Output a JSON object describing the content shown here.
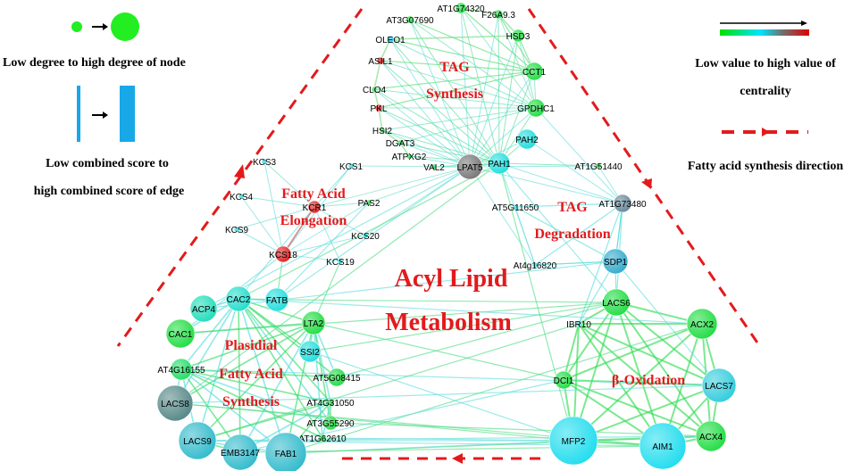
{
  "legend": {
    "node_degree": "Low degree to high degree of node",
    "edge_score_line1": "Low combined score to",
    "edge_score_line2": "high combined score of edge",
    "centrality_line1": "Low value to high value of",
    "centrality_line2": "centrality",
    "direction": "Fatty acid  synthesis direction"
  },
  "colors": {
    "low_centrality": "#00e000",
    "mid_centrality": "#00e5ff",
    "grey_centrality": "#707070",
    "high_centrality": "#e00000",
    "edge_green": "#33dd55",
    "edge_cyan": "#55dddd",
    "arrow_red": "#e31a1c",
    "label_red": "#e31a1c"
  },
  "title_line1": "Acyl Lipid",
  "title_line2": "Metabolism",
  "regions": [
    {
      "id": "tag-synthesis",
      "lines": [
        "TAG",
        "Synthesis"
      ]
    },
    {
      "id": "fatty-acid-elongation",
      "lines": [
        "Fatty Acid",
        "Elongation"
      ]
    },
    {
      "id": "tag-degradation",
      "lines": [
        "TAG",
        "Degradation"
      ]
    },
    {
      "id": "plastidial-synthesis",
      "lines": [
        "Plasidial",
        "Fatty Acid",
        "Synthesis"
      ]
    },
    {
      "id": "beta-oxidation",
      "lines": [
        "β-Oxidation"
      ]
    }
  ],
  "nodes": [
    {
      "id": "AT1G74320",
      "color": "#22dd44"
    },
    {
      "id": "F26A9.3",
      "color": "#22dd44"
    },
    {
      "id": "AT3G07690",
      "color": "#22dd44"
    },
    {
      "id": "HSD3",
      "color": "#22dd44"
    },
    {
      "id": "OLEO1",
      "color": "#33ccee"
    },
    {
      "id": "ASIL1",
      "color": "#dd2222"
    },
    {
      "id": "CCT1",
      "color": "#22dd44"
    },
    {
      "id": "CLO4",
      "color": "#22dd44"
    },
    {
      "id": "PKL",
      "color": "#dd2222"
    },
    {
      "id": "GPDHC1",
      "color": "#22dd44"
    },
    {
      "id": "HSI2",
      "color": "#22dd44"
    },
    {
      "id": "DGAT3",
      "color": "#22dd44"
    },
    {
      "id": "PAH2",
      "color": "#22dddd"
    },
    {
      "id": "ATPXG2",
      "color": "#22dd44"
    },
    {
      "id": "VAL2",
      "color": "#22dd44"
    },
    {
      "id": "LPAT5",
      "color": "#777777"
    },
    {
      "id": "PAH1",
      "color": "#22dddd"
    },
    {
      "id": "AT1G51440",
      "color": "#22dd44"
    },
    {
      "id": "KCS3",
      "color": "#22dddd"
    },
    {
      "id": "KCS1",
      "color": "#22dddd"
    },
    {
      "id": "KCS4",
      "color": "#22dddd"
    },
    {
      "id": "PAS2",
      "color": "#22dd44"
    },
    {
      "id": "KCR1",
      "color": "#dd2222"
    },
    {
      "id": "AT5G11650",
      "color": "#22dddd"
    },
    {
      "id": "AT1G73480",
      "color": "#668899"
    },
    {
      "id": "KCS9",
      "color": "#22dddd"
    },
    {
      "id": "KCS20",
      "color": "#22dddd"
    },
    {
      "id": "KCS18",
      "color": "#dd2222"
    },
    {
      "id": "KCS19",
      "color": "#22dddd"
    },
    {
      "id": "SDP1",
      "color": "#33aacc"
    },
    {
      "id": "At4g16820",
      "color": "#22dddd"
    },
    {
      "id": "CAC2",
      "color": "#22ddcc"
    },
    {
      "id": "FATB",
      "color": "#22dddd"
    },
    {
      "id": "ACP4",
      "color": "#22ddbb"
    },
    {
      "id": "LACS6",
      "color": "#22dd44"
    },
    {
      "id": "LTA2",
      "color": "#22dd44"
    },
    {
      "id": "ACX2",
      "color": "#22dd44"
    },
    {
      "id": "CAC1",
      "color": "#22dd44"
    },
    {
      "id": "IBR10",
      "color": "#22dddd"
    },
    {
      "id": "SSI2",
      "color": "#22dddd"
    },
    {
      "id": "AT4G16155",
      "color": "#22dd66"
    },
    {
      "id": "AT5G08415",
      "color": "#22dd44"
    },
    {
      "id": "DCI1",
      "color": "#22dd44"
    },
    {
      "id": "LACS7",
      "color": "#33ccdd"
    },
    {
      "id": "LACS8",
      "color": "#558888"
    },
    {
      "id": "AT4G31050",
      "color": "#22dd44"
    },
    {
      "id": "AT3G55290",
      "color": "#22dd44"
    },
    {
      "id": "AT1G62610",
      "color": "#22dd44"
    },
    {
      "id": "ACX4",
      "color": "#22dd44"
    },
    {
      "id": "LACS9",
      "color": "#33bbcc"
    },
    {
      "id": "EMB3147",
      "color": "#33bbcc"
    },
    {
      "id": "FAB1",
      "color": "#33bbcc"
    },
    {
      "id": "MFP2",
      "color": "#22ddee"
    },
    {
      "id": "AIM1",
      "color": "#22ddee"
    }
  ]
}
